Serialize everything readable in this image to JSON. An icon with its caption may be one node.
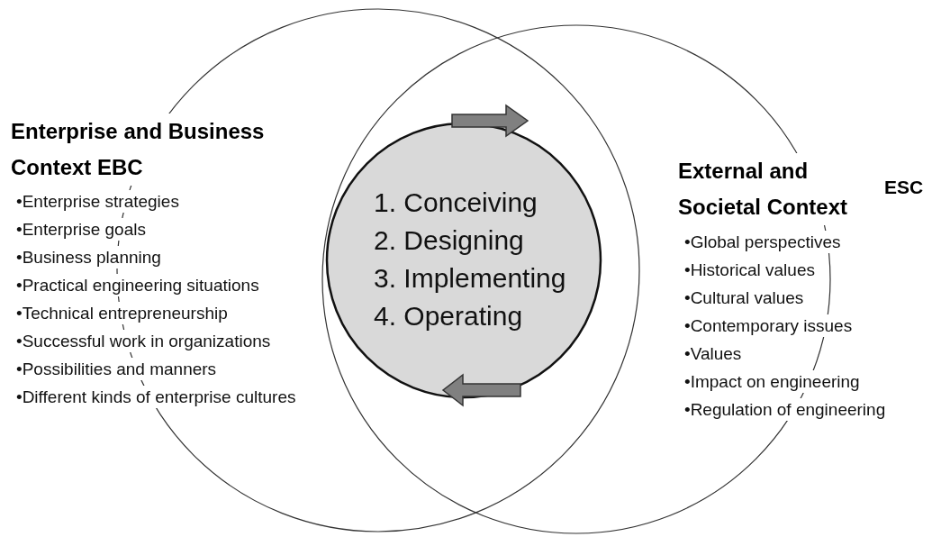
{
  "diagram": {
    "nodes": [
      {
        "text": [
          "Enterprise and Business Context EBC",
          "•Enterprise strategies",
          "•Enterprise goals",
          "•Business planning",
          "•Practical engineering  situations",
          "•Technical entrepreneurship",
          "•Successful work in organizations",
          "•Possibilities  and manners",
          "•Different kinds of enterprise cultures"
        ]
      },
      {
        "text": [
          "External and Societal Context",
          "•Global perspectives",
          "•Historical values",
          "•Cultural values",
          "•Contemporary issues",
          "•Values",
          "•Impact on engineering",
          "•Regulation of engineering"
        ],
        "beside": [
          "ESC"
        ]
      },
      {
        "text": [
          "1. Conceiving",
          "2. Designing",
          "3. Implementing",
          "4. Operating"
        ]
      }
    ],
    "edges": []
  }
}
